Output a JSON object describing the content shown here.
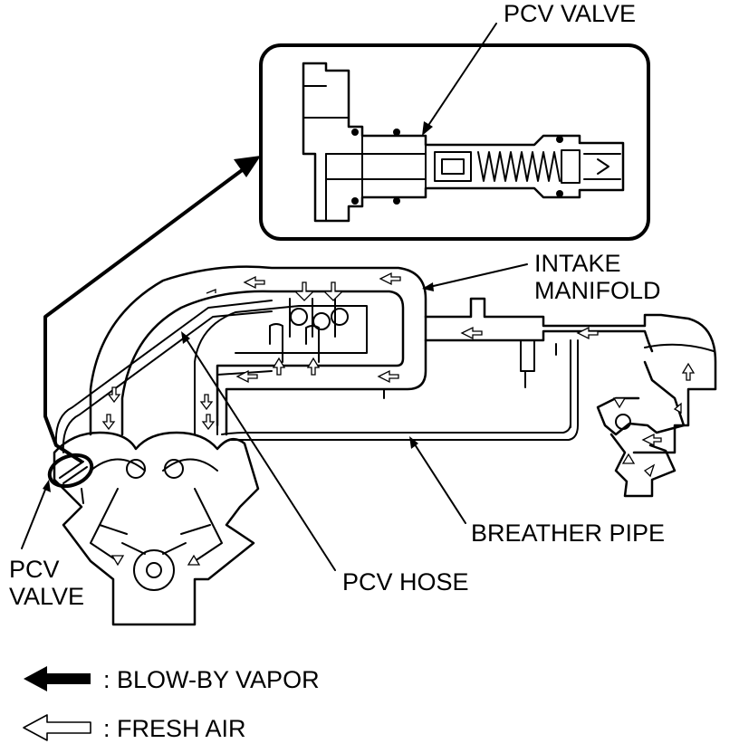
{
  "labels": {
    "pcv_valve_top": "PCV VALVE",
    "intake_line1": "INTAKE",
    "intake_line2": "MANIFOLD",
    "breather_pipe": "BREATHER PIPE",
    "pcv_hose": "PCV HOSE",
    "pcv_valve_left_line1": "PCV",
    "pcv_valve_left_line2": "VALVE"
  },
  "legend": {
    "blow_by": ": BLOW-BY VAPOR",
    "fresh_air": ": FRESH AIR"
  }
}
